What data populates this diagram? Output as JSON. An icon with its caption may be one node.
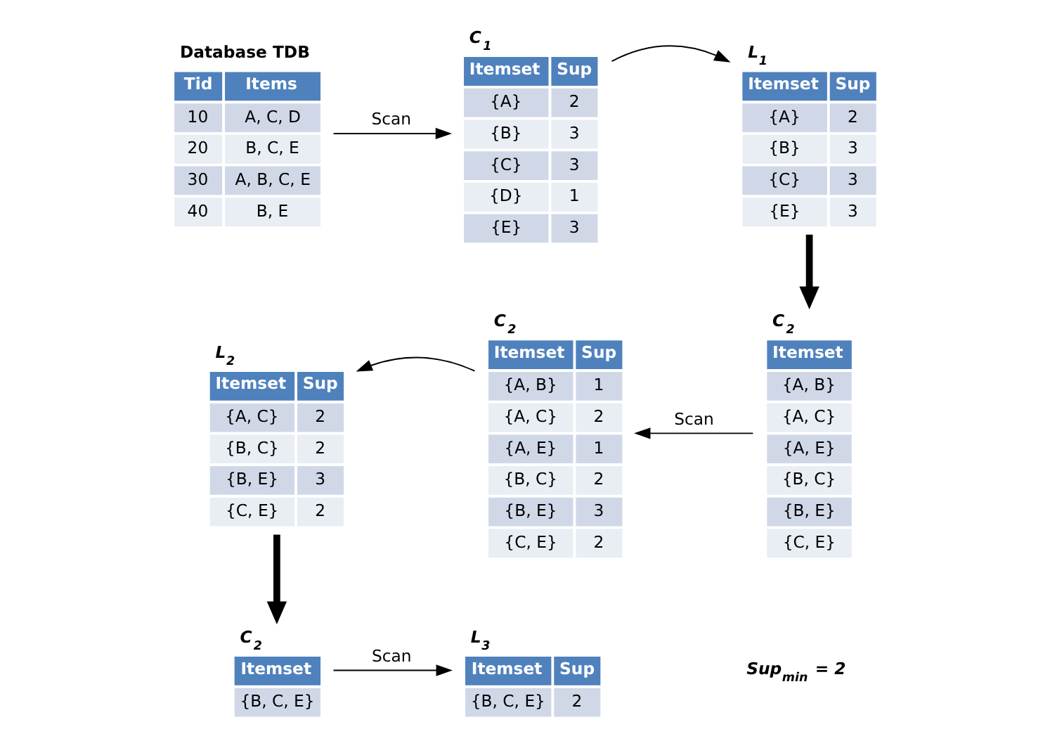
{
  "diagram": {
    "nodes": [
      {
        "text": [
          "Database TDB",
          "Tid",
          "Items",
          "10",
          "A, C, D",
          "20",
          "B, C, E",
          "30",
          "A, B, C, E",
          "40",
          "B, E"
        ]
      },
      {
        "text": [
          "C$_{1}$",
          "Itemset",
          "Sup",
          "{A}",
          "2",
          "{B}",
          "3",
          "{C}",
          "3",
          "{D}",
          "1",
          "{E}",
          "3"
        ]
      },
      {
        "text": [
          "L$_{1}$",
          "Itemset",
          "Sup",
          "{A}",
          "2",
          "{B}",
          "3",
          "{C}",
          "3",
          "{E}",
          "3"
        ]
      },
      {
        "text": [
          "C$_{2}$",
          "Itemset",
          "{A, B}",
          "{A, C}",
          "{A, E}",
          "{B, C}",
          "{B, E}",
          "{C, E}"
        ]
      },
      {
        "text": [
          "C$_{2}$",
          "Itemset",
          "Sup",
          "{A, B}",
          "1",
          "{A, C}",
          "2",
          "{A, E}",
          "1",
          "{B, C}",
          "2",
          "{B, E}",
          "3",
          "{C, E}",
          "2"
        ]
      },
      {
        "text": [
          "L$_{2}$",
          "Itemset",
          "Sup",
          "{A, C}",
          "2",
          "{B, C}",
          "2",
          "{B, E}",
          "3",
          "{C, E}",
          "2"
        ]
      },
      {
        "text": [
          "C$_{2}$",
          "Itemset",
          "{B, C, E}"
        ]
      },
      {
        "text": [
          "L$_{3}$",
          "Itemset",
          "Sup",
          "{B, C, E}",
          "2"
        ]
      }
    ],
    "edges": [
      {
        "from": 0,
        "to": 1,
        "arrow": "to",
        "label": "Scan"
      },
      {
        "from": 1,
        "to": 2,
        "arrow": "to"
      },
      {
        "from": 2,
        "to": 3,
        "arrow": "to",
        "style": "thick"
      },
      {
        "from": 3,
        "to": 4,
        "arrow": "to",
        "label": "Scan"
      },
      {
        "from": 4,
        "to": 5,
        "arrow": "to"
      },
      {
        "from": 5,
        "to": 6,
        "arrow": "to",
        "style": "thick"
      },
      {
        "from": 6,
        "to": 7,
        "arrow": "to",
        "label": "Scan"
      }
    ],
    "labels": [
      "Sup$_{min}$ = 2"
    ]
  }
}
